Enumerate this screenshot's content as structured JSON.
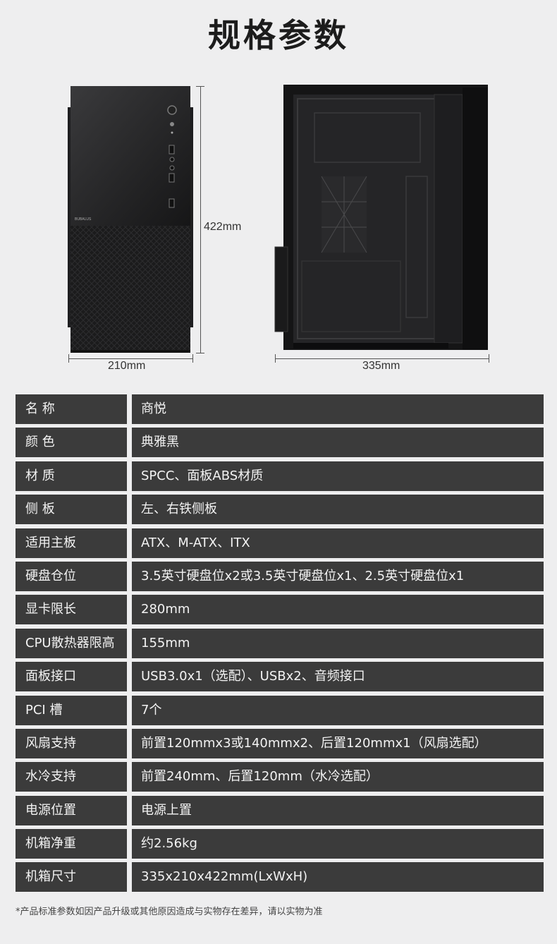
{
  "page": {
    "title": "规格参数",
    "footnote": "*产品标准参数如因产品升级或其他原因造成与实物存在差异，请以实物为准"
  },
  "dimensions": {
    "height": "422mm",
    "width": "210mm",
    "depth": "335mm"
  },
  "product_images": {
    "front_brand": "BUBALUS"
  },
  "specs": [
    {
      "key": "名  称",
      "value": "商悦"
    },
    {
      "key": "颜  色",
      "value": "典雅黑"
    },
    {
      "key": "材  质",
      "value": "SPCC、面板ABS材质"
    },
    {
      "key": "侧  板",
      "value": "左、右铁侧板"
    },
    {
      "key": "适用主板",
      "value": "ATX、M-ATX、ITX"
    },
    {
      "key": "硬盘仓位",
      "value": "3.5英寸硬盘位x2或3.5英寸硬盘位x1、2.5英寸硬盘位x1"
    },
    {
      "key": "显卡限长",
      "value": "280mm"
    },
    {
      "key": "CPU散热器限高",
      "value": "155mm"
    },
    {
      "key": "面板接口",
      "value": "USB3.0x1（选配）、USBx2、音频接口"
    },
    {
      "key": "PCI  槽",
      "value": "7个"
    },
    {
      "key": "风扇支持",
      "value": "前置120mmx3或140mmx2、后置120mmx1（风扇选配）"
    },
    {
      "key": "水冷支持",
      "value": "前置240mm、后置120mm（水冷选配）"
    },
    {
      "key": "电源位置",
      "value": "电源上置"
    },
    {
      "key": "机箱净重",
      "value": "约2.56kg"
    },
    {
      "key": "机箱尺寸",
      "value": "335x210x422mm(LxWxH)"
    }
  ]
}
